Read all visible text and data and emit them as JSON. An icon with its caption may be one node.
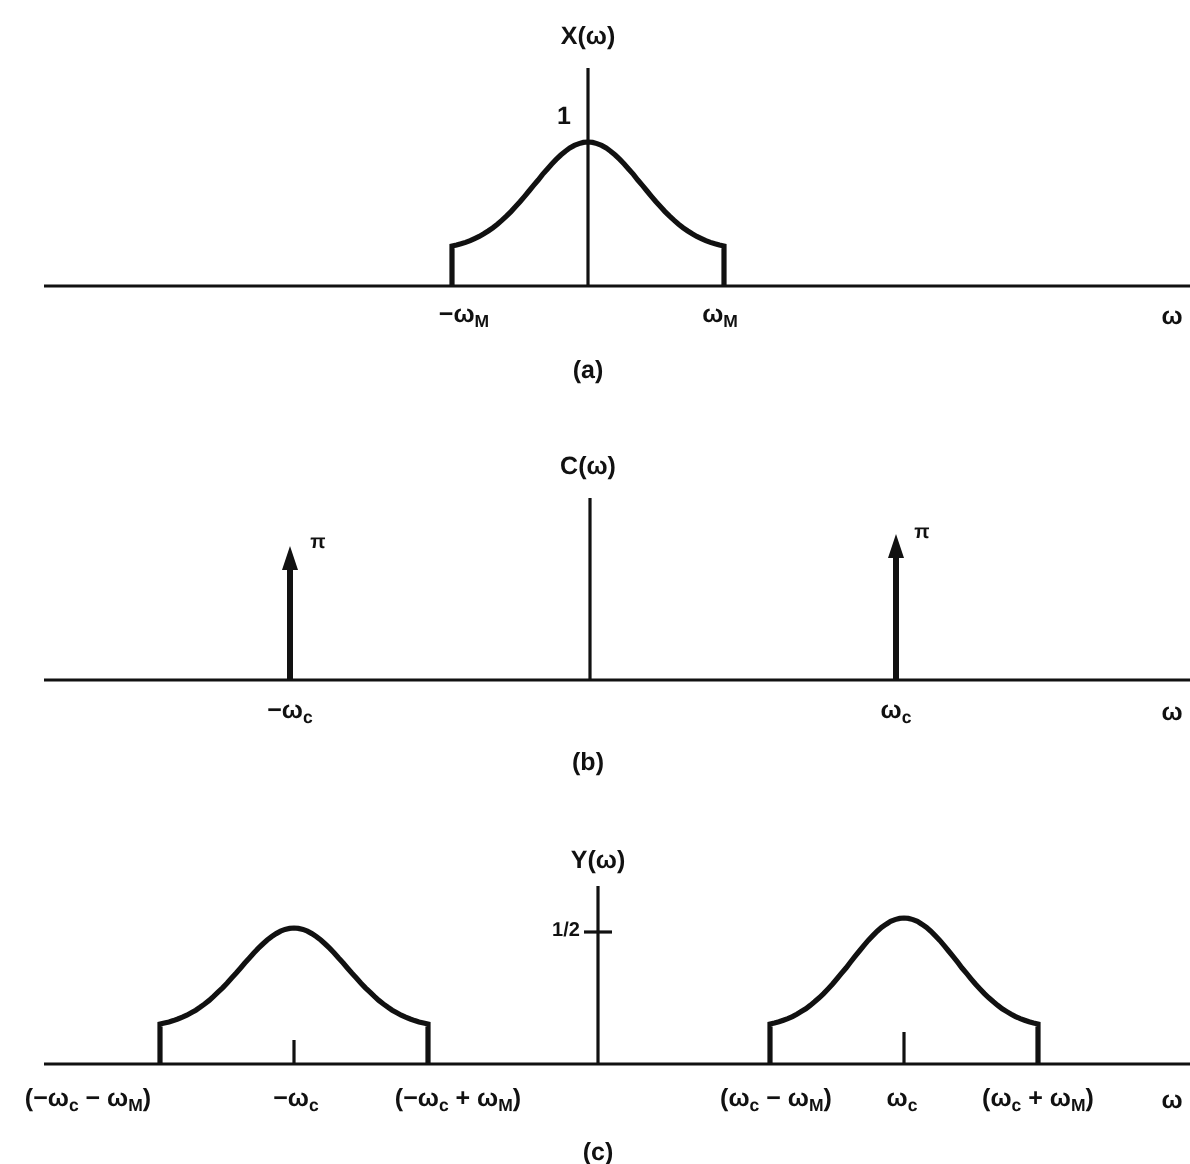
{
  "diagram": {
    "labels": [
      "X(ω)",
      "1",
      "−ω$_{M}$",
      "ω$_{M}$",
      "ω",
      "(a)",
      "C(ω)",
      "π",
      "π",
      "−ω$_{c}$",
      "ω$_{c}$",
      "ω",
      "(b)",
      "Y(ω)",
      "1/2",
      "(−ω$_{c}$ − ω$_{M}$)",
      "−ω$_{c}$",
      "(−ω$_{c}$ + ω$_{M}$)",
      "(ω$_{c}$ − ω$_{M}$)",
      "ω$_{c}$",
      "(ω$_{c}$ + ω$_{M}$)",
      "ω",
      "(c)"
    ]
  }
}
